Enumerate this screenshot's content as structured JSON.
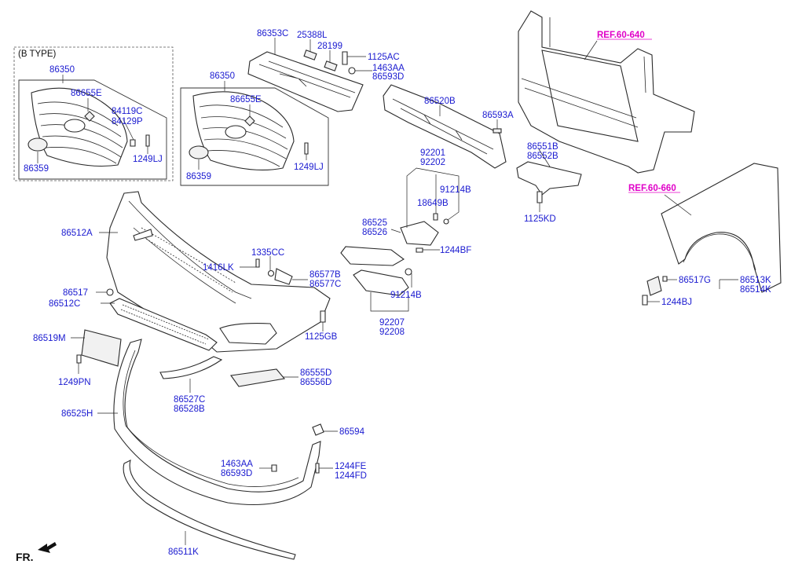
{
  "labels": {
    "btype": "(B TYPE)",
    "p86350a": "86350",
    "p86350b": "86350",
    "p86655Ea": "86655E",
    "p86655Eb": "86655E",
    "p84119C": "84119C",
    "p84129P": "84129P",
    "p86359a": "86359",
    "p86359b": "86359",
    "p1249LJa": "1249LJ",
    "p1249LJb": "1249LJ",
    "p86353C": "86353C",
    "p25388L": "25388L",
    "p28199": "28199",
    "p1125AC": "1125AC",
    "p1463AAa": "1463AA",
    "p86593Da": "86593D",
    "p86520B": "86520B",
    "p86593A": "86593A",
    "ref60640": "REF.60-640",
    "p92201": "92201",
    "p92202": "92202",
    "p91214Ba": "91214B",
    "p18649B": "18649B",
    "p86551B": "86551B",
    "p86552B": "86552B",
    "p1125KD": "1125KD",
    "ref60660": "REF.60-660",
    "p86525": "86525",
    "p86526": "86526",
    "p1244BF": "1244BF",
    "p91214Bb": "91214B",
    "p92207": "92207",
    "p92208": "92208",
    "p86512A": "86512A",
    "p1335CC": "1335CC",
    "p1416LK": "1416LK",
    "p86577B": "86577B",
    "p86577C": "86577C",
    "p86517": "86517",
    "p86512C": "86512C",
    "p86519M": "86519M",
    "p1125GB": "1125GB",
    "p1249PN": "1249PN",
    "p86527C": "86527C",
    "p86528B": "86528B",
    "p86555D": "86555D",
    "p86556D": "86556D",
    "p86525H": "86525H",
    "p86594": "86594",
    "p1463AAb": "1463AA",
    "p86593Db": "86593D",
    "p1244FE": "1244FE",
    "p1244FD": "1244FD",
    "p86511K": "86511K",
    "p86517G": "86517G",
    "p86513K": "86513K",
    "p86514K": "86514K",
    "p1244BJ": "1244BJ",
    "fr": "FR."
  },
  "colors": {
    "part_number": "#1a1ad0",
    "reference": "#e000c8",
    "line": "#2a2a2a"
  }
}
